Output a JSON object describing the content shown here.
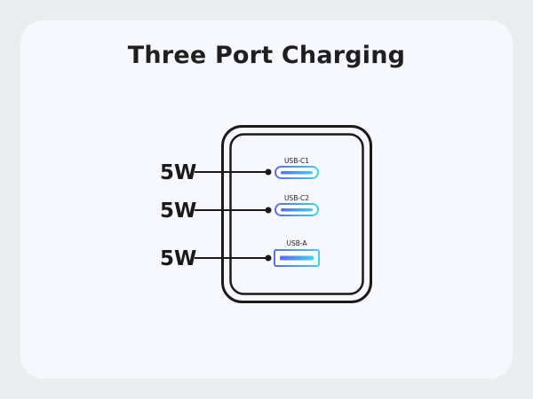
{
  "title": "Three Port Charging",
  "ports": [
    {
      "name": "USB-C1",
      "power": "5W",
      "type": "usb-c"
    },
    {
      "name": "USB-C2",
      "power": "5W",
      "type": "usb-c"
    },
    {
      "name": "USB-A",
      "power": "5W",
      "type": "usb-a"
    }
  ],
  "colors": {
    "background": "#eaeef1",
    "card": "#f7f8fd",
    "outline": "#1a1a1a",
    "port_gradient_start": "#5a6bf0",
    "port_gradient_end": "#3fd0ef"
  }
}
